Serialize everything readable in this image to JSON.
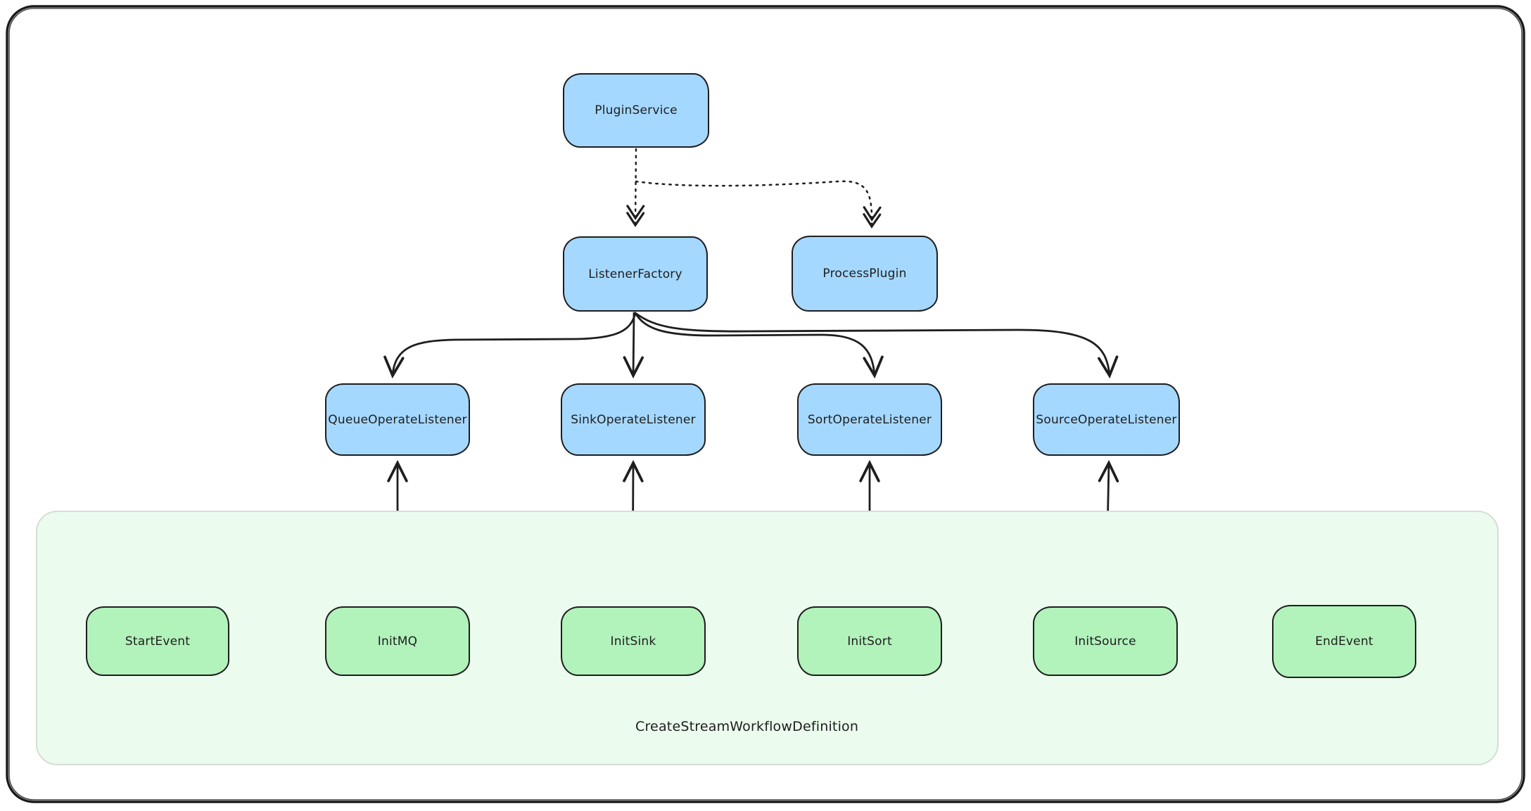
{
  "diagram": {
    "nodes": {
      "plugin_service": {
        "label": "PluginService",
        "kind": "service"
      },
      "listener_factory": {
        "label": "ListenerFactory",
        "kind": "service"
      },
      "process_plugin": {
        "label": "ProcessPlugin",
        "kind": "service"
      },
      "queue_operate_listener": {
        "label": "QueueOperateListener",
        "kind": "listener"
      },
      "sink_operate_listener": {
        "label": "SinkOperateListener",
        "kind": "listener"
      },
      "sort_operate_listener": {
        "label": "SortOperateListener",
        "kind": "listener"
      },
      "source_operate_listener": {
        "label": "SourceOperateListener",
        "kind": "listener"
      }
    },
    "workflow": {
      "label": "CreateStreamWorkflowDefinition",
      "steps": {
        "start_event": {
          "label": "StartEvent"
        },
        "init_mq": {
          "label": "InitMQ"
        },
        "init_sink": {
          "label": "InitSink"
        },
        "init_sort": {
          "label": "InitSort"
        },
        "init_source": {
          "label": "InitSource"
        },
        "end_event": {
          "label": "EndEvent"
        }
      }
    },
    "edges": [
      {
        "from": "PluginService",
        "to": "ListenerFactory",
        "style": "dotted"
      },
      {
        "from": "PluginService",
        "to": "ProcessPlugin",
        "style": "dotted"
      },
      {
        "from": "ListenerFactory",
        "to": "QueueOperateListener",
        "style": "solid"
      },
      {
        "from": "ListenerFactory",
        "to": "SinkOperateListener",
        "style": "solid"
      },
      {
        "from": "ListenerFactory",
        "to": "SortOperateListener",
        "style": "solid"
      },
      {
        "from": "ListenerFactory",
        "to": "SourceOperateListener",
        "style": "solid"
      },
      {
        "from": "InitMQ",
        "to": "QueueOperateListener",
        "style": "solid"
      },
      {
        "from": "InitSink",
        "to": "SinkOperateListener",
        "style": "solid"
      },
      {
        "from": "InitSort",
        "to": "SortOperateListener",
        "style": "solid"
      },
      {
        "from": "InitSource",
        "to": "SourceOperateListener",
        "style": "solid"
      },
      {
        "from": "StartEvent",
        "to": "InitMQ",
        "style": "solid"
      },
      {
        "from": "InitMQ",
        "to": "InitSink",
        "style": "solid"
      },
      {
        "from": "InitSink",
        "to": "InitSort",
        "style": "solid"
      },
      {
        "from": "InitSort",
        "to": "InitSource",
        "style": "solid"
      },
      {
        "from": "InitSource",
        "to": "EndEvent",
        "style": "solid"
      }
    ],
    "colors": {
      "service_fill": "#a5d8ff",
      "step_fill": "#b2f2bb",
      "workflow_container_fill": "#ebfbee",
      "workflow_container_stroke": "#d5ded5",
      "stroke": "#1e1e1e",
      "canvas_bg": "#ffffff"
    }
  }
}
